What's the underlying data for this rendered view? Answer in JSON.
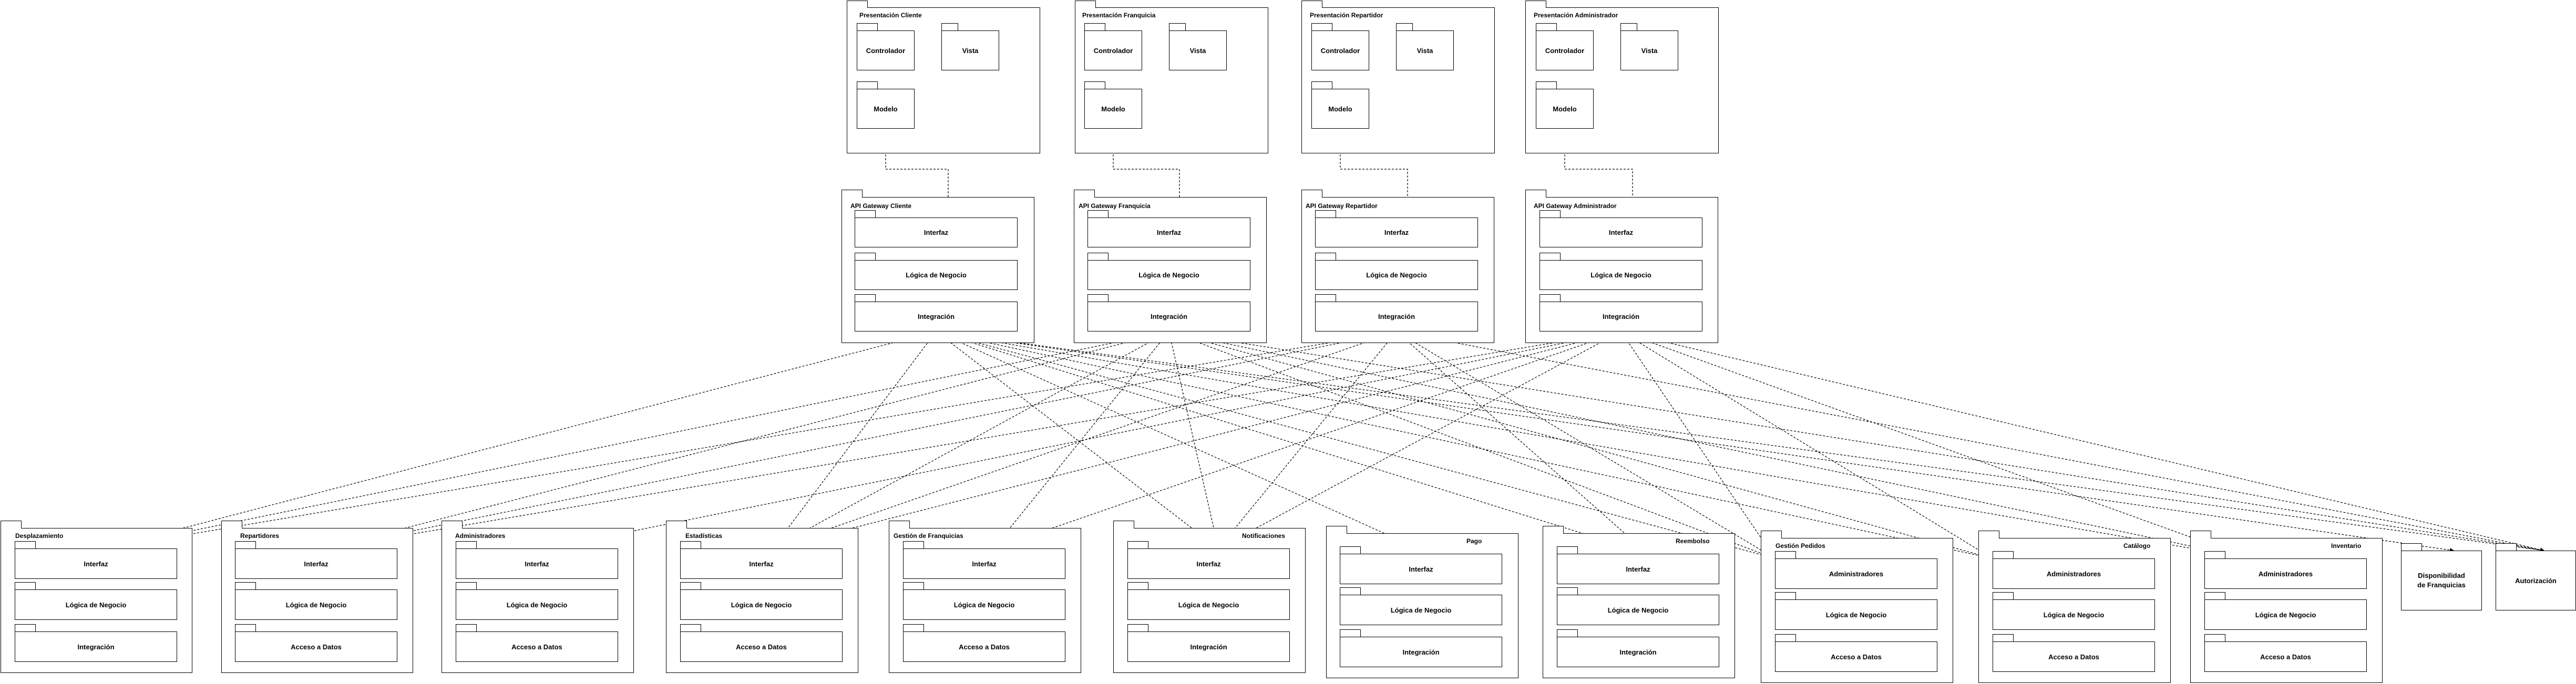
{
  "presentation": [
    {
      "title": "Presentación Cliente",
      "controller": "Controlador",
      "view": "Vista",
      "model": "Modelo"
    },
    {
      "title": "Presentación Franquicia",
      "controller": "Controlador",
      "view": "Vista",
      "model": "Modelo"
    },
    {
      "title": "Presentación Repartidor",
      "controller": "Controlador",
      "view": "Vista",
      "model": "Modelo"
    },
    {
      "title": "Presentación Administrador",
      "controller": "Controlador",
      "view": "Vista",
      "model": "Modelo"
    }
  ],
  "gateways": [
    {
      "title": "API Gateway Cliente",
      "layers": [
        "Interfaz",
        "Lógica de Negocio",
        "Integración"
      ]
    },
    {
      "title": "API Gateway Franquicia",
      "layers": [
        "Interfaz",
        "Lógica de Negocio",
        "Integración"
      ]
    },
    {
      "title": "API Gateway Repartidor",
      "layers": [
        "Interfaz",
        "Lógica de Negocio",
        "Integración"
      ]
    },
    {
      "title": "API Gateway Administrador",
      "layers": [
        "Interfaz",
        "Lógica de Negocio",
        "Integración"
      ]
    }
  ],
  "services": [
    {
      "title": "Desplazamiento",
      "layers": [
        "Interfaz",
        "Lógica de Negocio",
        "Integración"
      ]
    },
    {
      "title": "Repartidores",
      "layers": [
        "Interfaz",
        "Lógica de Negocio",
        "Acceso a Datos"
      ]
    },
    {
      "title": "Administradores",
      "layers": [
        "Interfaz",
        "Lógica de Negocio",
        "Acceso a Datos"
      ]
    },
    {
      "title": "Estadísticas",
      "layers": [
        "Interfaz",
        "Lógica de Negocio",
        "Acceso a Datos"
      ]
    },
    {
      "title": "Gestión de Franquicias",
      "layers": [
        "Interfaz",
        "Lógica de Negocio",
        "Acceso a Datos"
      ]
    },
    {
      "title": "Notificaciones",
      "layers": [
        "Interfaz",
        "Lógica de Negocio",
        "Integración"
      ]
    },
    {
      "title": "Pago",
      "layers": [
        "Interfaz",
        "Lógica de Negocio",
        "Integración"
      ]
    },
    {
      "title": "Reembolso",
      "layers": [
        "Interfaz",
        "Lógica de Negocio",
        "Integración"
      ]
    },
    {
      "title": "Gestión Pedidos",
      "layers": [
        "Administradores",
        "Lógica de Negocio",
        "Acceso a Datos"
      ]
    },
    {
      "title": "Catálogo",
      "layers": [
        "Administradores",
        "Lógica de Negocio",
        "Acceso a Datos"
      ]
    },
    {
      "title": "Inventario",
      "layers": [
        "Administradores",
        "Lógica de Negocio",
        "Acceso a Datos"
      ]
    }
  ],
  "standalone": [
    {
      "label": "Disponibilidad de Franquicias"
    },
    {
      "label": "Autorización"
    }
  ]
}
